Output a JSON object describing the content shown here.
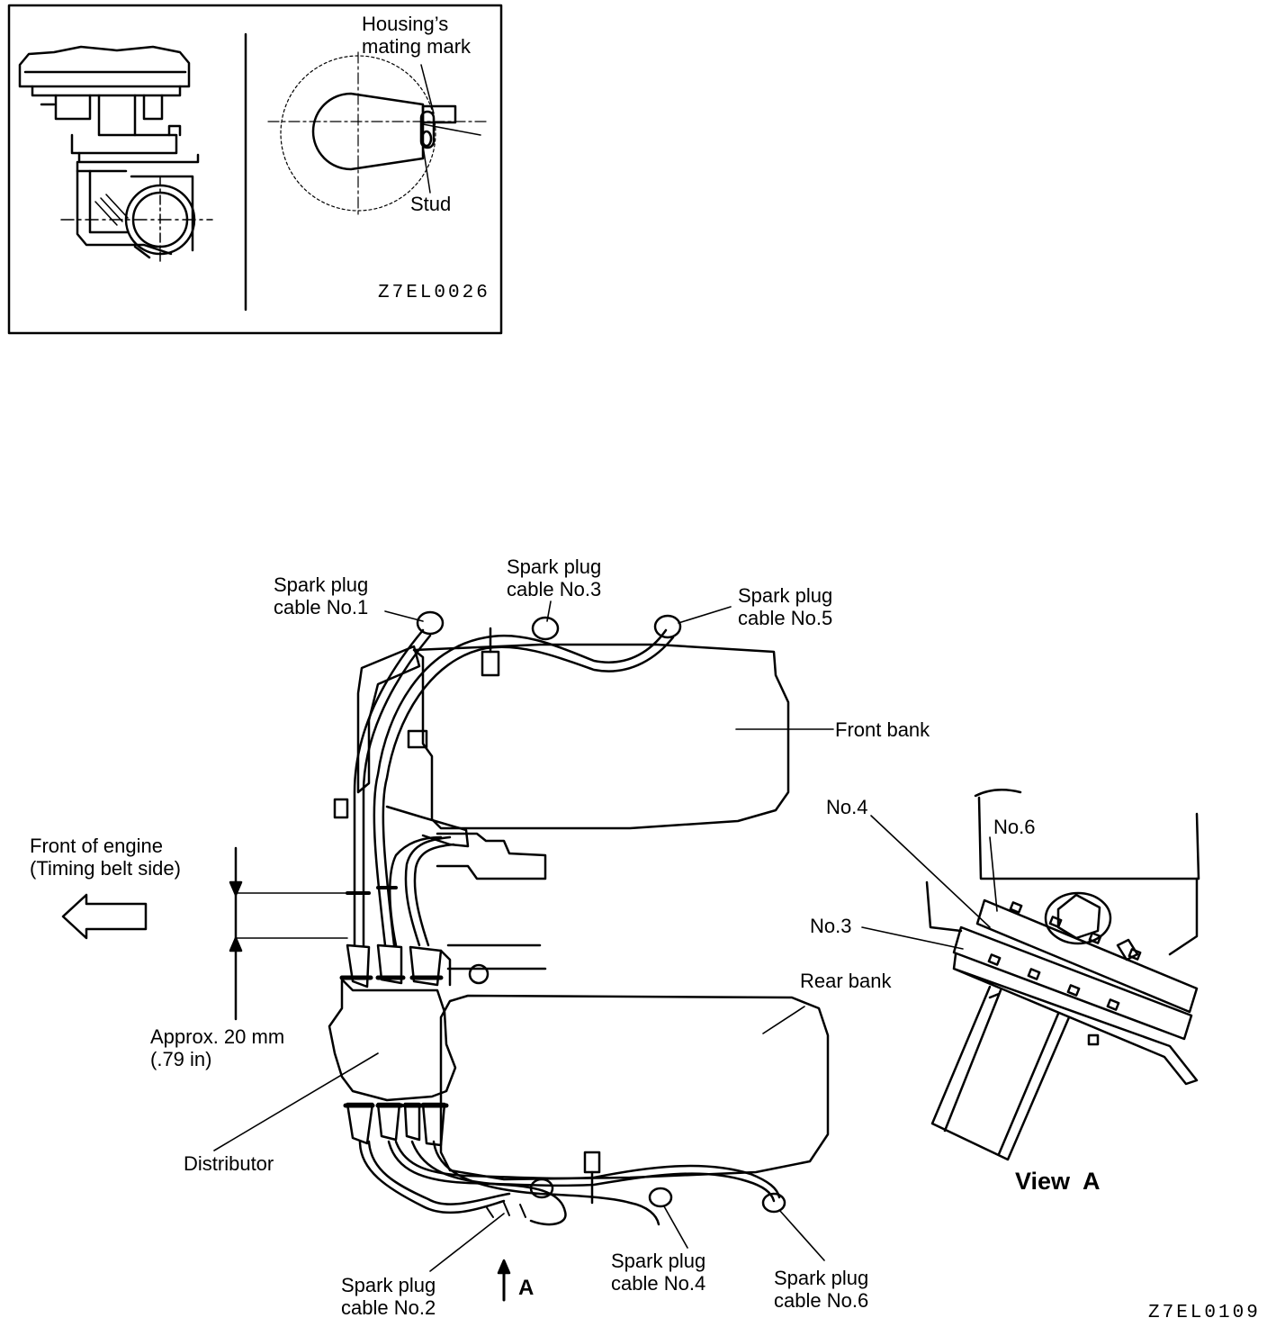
{
  "top_figure": {
    "labels": {
      "housing_mark": "Housing’s\nmating mark",
      "stud": "Stud"
    },
    "code": "Z7EL0026"
  },
  "main_figure": {
    "labels": {
      "cable_no1": "Spark plug\ncable No.1",
      "cable_no3": "Spark plug\ncable No.3",
      "cable_no5": "Spark plug\ncable No.5",
      "front_bank": "Front bank",
      "front_of_engine": "Front of engine\n(Timing belt side)",
      "approx": "Approx. 20 mm\n(.79 in)",
      "rear_bank": "Rear bank",
      "distributor": "Distributor",
      "cable_no2": "Spark plug\ncable No.2",
      "cable_no4": "Spark plug\ncable No.4",
      "cable_no6": "Spark plug\ncable No.6",
      "arrow_a": "A",
      "view_no4": "No.4",
      "view_no6": "No.6",
      "view_no3": "No.3",
      "view_a": "View  A"
    },
    "code": "Z7EL0109"
  }
}
